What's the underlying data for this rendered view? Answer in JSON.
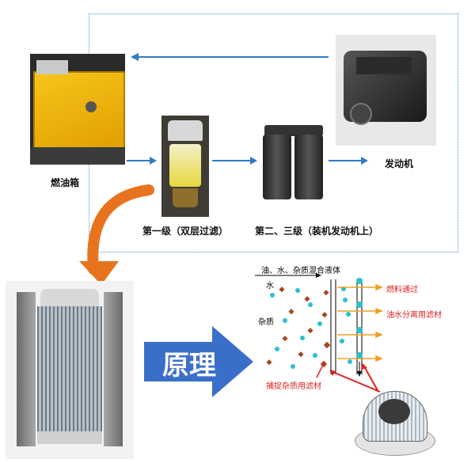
{
  "flow": {
    "fuel_tank_label": "燃油箱",
    "stage1_label": "第一级（双层过滤）",
    "stage23_label": "第二、三级（装机发动机上）",
    "engine_label": "发动机"
  },
  "principle": {
    "banner_text": "原理"
  },
  "diagram": {
    "mixture_label": "油、水、杂质混合液体",
    "water_label": "水",
    "impurity_label": "杂质",
    "fuel_pass_label": "燃料通过",
    "oil_water_media_label": "油水分离用滤材",
    "impurity_media_label": "捕捉杂质用滤材"
  },
  "colors": {
    "flow_line": "#2f7bc4",
    "dotted_box": "#3aa0d8",
    "orange_arrow": "#e8731e",
    "red_label": "#e02020",
    "banner_blue": "#3a6fc9",
    "tank_yellow": "#f2b705",
    "water_drop": "#29c0d0",
    "impurity": "#a8461e"
  }
}
